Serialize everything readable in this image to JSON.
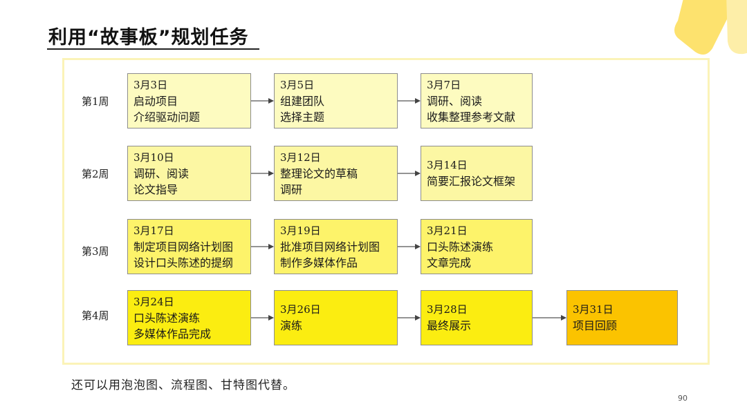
{
  "title": "利用“故事板”规划任务",
  "weeks": [
    {
      "label": "第1周",
      "cards": [
        {
          "lines": [
            "3月3日",
            "启动项目",
            "介绍驱动问题"
          ]
        },
        {
          "lines": [
            "3月5日",
            "组建团队",
            "选择主题"
          ]
        },
        {
          "lines": [
            "3月7日",
            "调研、阅读",
            "收集整理参考文献"
          ]
        }
      ]
    },
    {
      "label": "第2周",
      "cards": [
        {
          "lines": [
            "3月10日",
            "调研、阅读",
            "论文指导"
          ]
        },
        {
          "lines": [
            "3月12日",
            "整理论文的草稿",
            "调研"
          ]
        },
        {
          "lines": [
            "3月14日",
            "简要汇报论文框架"
          ]
        }
      ]
    },
    {
      "label": "第3周",
      "cards": [
        {
          "lines": [
            "3月17日",
            "制定项目网络计划图",
            "设计口头陈述的提纲"
          ]
        },
        {
          "lines": [
            "3月19日",
            "批准项目网络计划图",
            "制作多媒体作品"
          ]
        },
        {
          "lines": [
            "3月21日",
            "口头陈述演练",
            "文章完成"
          ]
        }
      ]
    },
    {
      "label": "第4周",
      "cards": [
        {
          "lines": [
            "3月24日",
            "口头陈述演练",
            "多媒体作品完成"
          ]
        },
        {
          "lines": [
            "3月26日",
            "演练"
          ]
        },
        {
          "lines": [
            "3月28日",
            "最终展示"
          ]
        },
        {
          "lines": [
            "3月31日",
            "项目回顾"
          ]
        }
      ]
    }
  ],
  "note": "还可以用泡泡图、流程图、甘特图代替。",
  "page_number": "90",
  "colors": {
    "week1": "#fdfbc0",
    "week2": "#fcf7a3",
    "week3": "#fdf36a",
    "week4": "#fbed11",
    "final": "#fbc300",
    "board_border": "#fbf3b8",
    "decoration": "#fde06a"
  }
}
